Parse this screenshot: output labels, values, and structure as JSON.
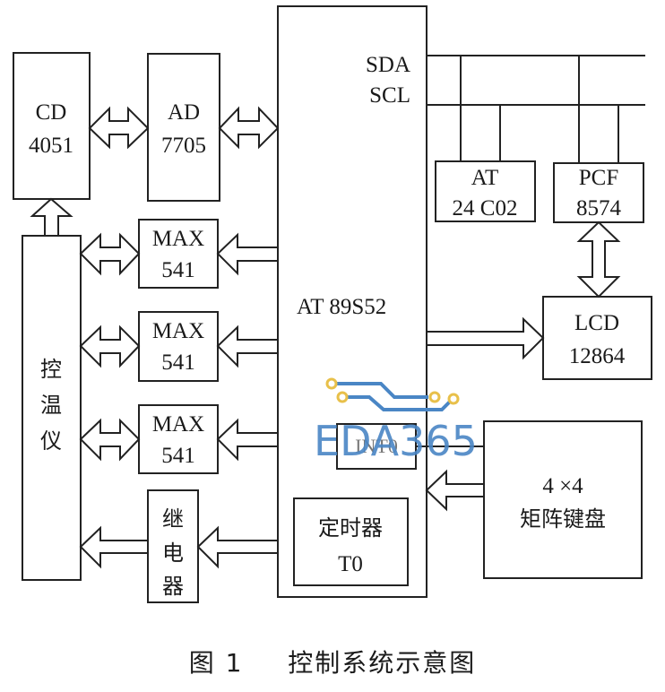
{
  "figure": {
    "caption_number": "图 1",
    "caption_title": "控制系统示意图"
  },
  "blocks": {
    "mcu": {
      "label": "AT 89S52",
      "pin_sda": "SDA",
      "pin_scl": "SCL"
    },
    "int0": {
      "label": "INT0"
    },
    "timer": {
      "line1": "定时器",
      "line2": "T0"
    },
    "cd4051": {
      "line1": "CD",
      "line2": "4051"
    },
    "ad7705": {
      "line1": "AD",
      "line2": "7705"
    },
    "controller": {
      "chars": [
        "控",
        "温",
        "仪"
      ]
    },
    "dac": [
      {
        "line1": "MAX",
        "line2": "541"
      },
      {
        "line1": "MAX",
        "line2": "541"
      },
      {
        "line1": "MAX",
        "line2": "541"
      }
    ],
    "relay": {
      "chars": [
        "继",
        "电",
        "器"
      ]
    },
    "eeprom": {
      "line1": "AT",
      "line2": "24 C02"
    },
    "io_expander": {
      "line1": "PCF",
      "line2": "8574"
    },
    "lcd": {
      "line1": "LCD",
      "line2": "12864"
    },
    "keypad": {
      "line1": "4 ×4",
      "line2": "矩阵键盘"
    }
  },
  "watermark": {
    "text": "EDA365",
    "text_color": "#4a86c5",
    "pad_color": "#e8c04a"
  }
}
